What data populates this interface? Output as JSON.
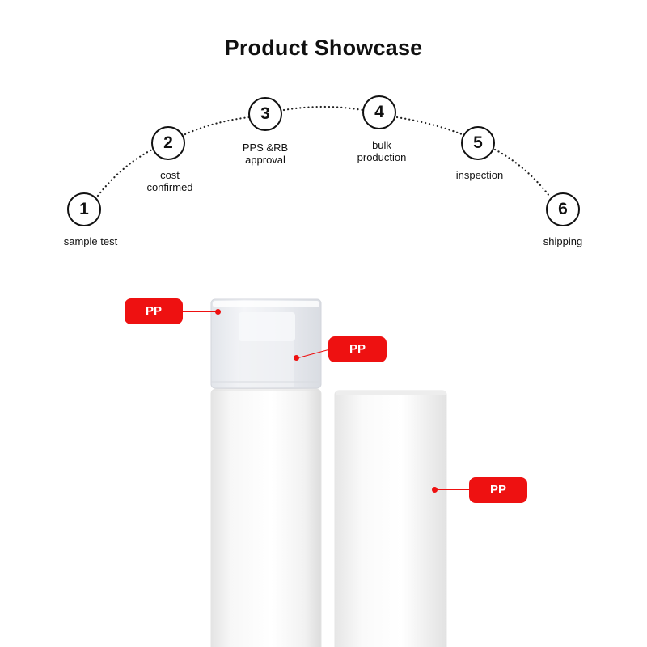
{
  "title": "Product Showcase",
  "steps": [
    {
      "number": "1",
      "label": "sample test"
    },
    {
      "number": "2",
      "label": "cost\nconfirmed"
    },
    {
      "number": "3",
      "label": "PPS &RB\napproval"
    },
    {
      "number": "4",
      "label": "bulk\nproduction"
    },
    {
      "number": "5",
      "label": "inspection"
    },
    {
      "number": "6",
      "label": "shipping"
    }
  ],
  "material_tags": [
    {
      "label": "PP",
      "points_to": "overcap"
    },
    {
      "label": "PP",
      "points_to": "pump-shoulder"
    },
    {
      "label": "PP",
      "points_to": "outer-sleeve"
    }
  ],
  "colors": {
    "tag": "#ee1111",
    "text": "#111111"
  }
}
